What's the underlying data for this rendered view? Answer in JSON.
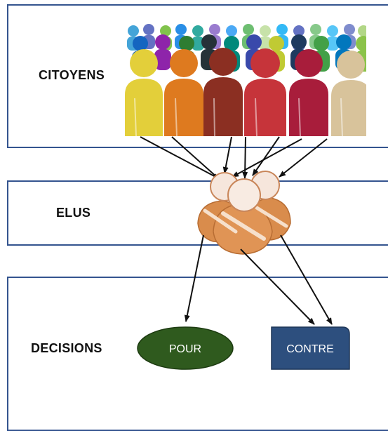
{
  "bands": {
    "citoyens": {
      "label": "CITOYENS"
    },
    "elus": {
      "label": "ELUS"
    },
    "decisions": {
      "label": "DECISIONS"
    }
  },
  "outcomes": {
    "pour": {
      "label": "POUR",
      "color": "#2f5a1e"
    },
    "contre": {
      "label": "CONTRE",
      "color": "#2d4f7e"
    }
  },
  "colors": {
    "band_border": "#34548f",
    "elus_figures": "#d98c4c",
    "arrow": "#111111"
  },
  "icons": {
    "crowd": "crowd-illustration",
    "elus": "group-of-people-icon"
  }
}
